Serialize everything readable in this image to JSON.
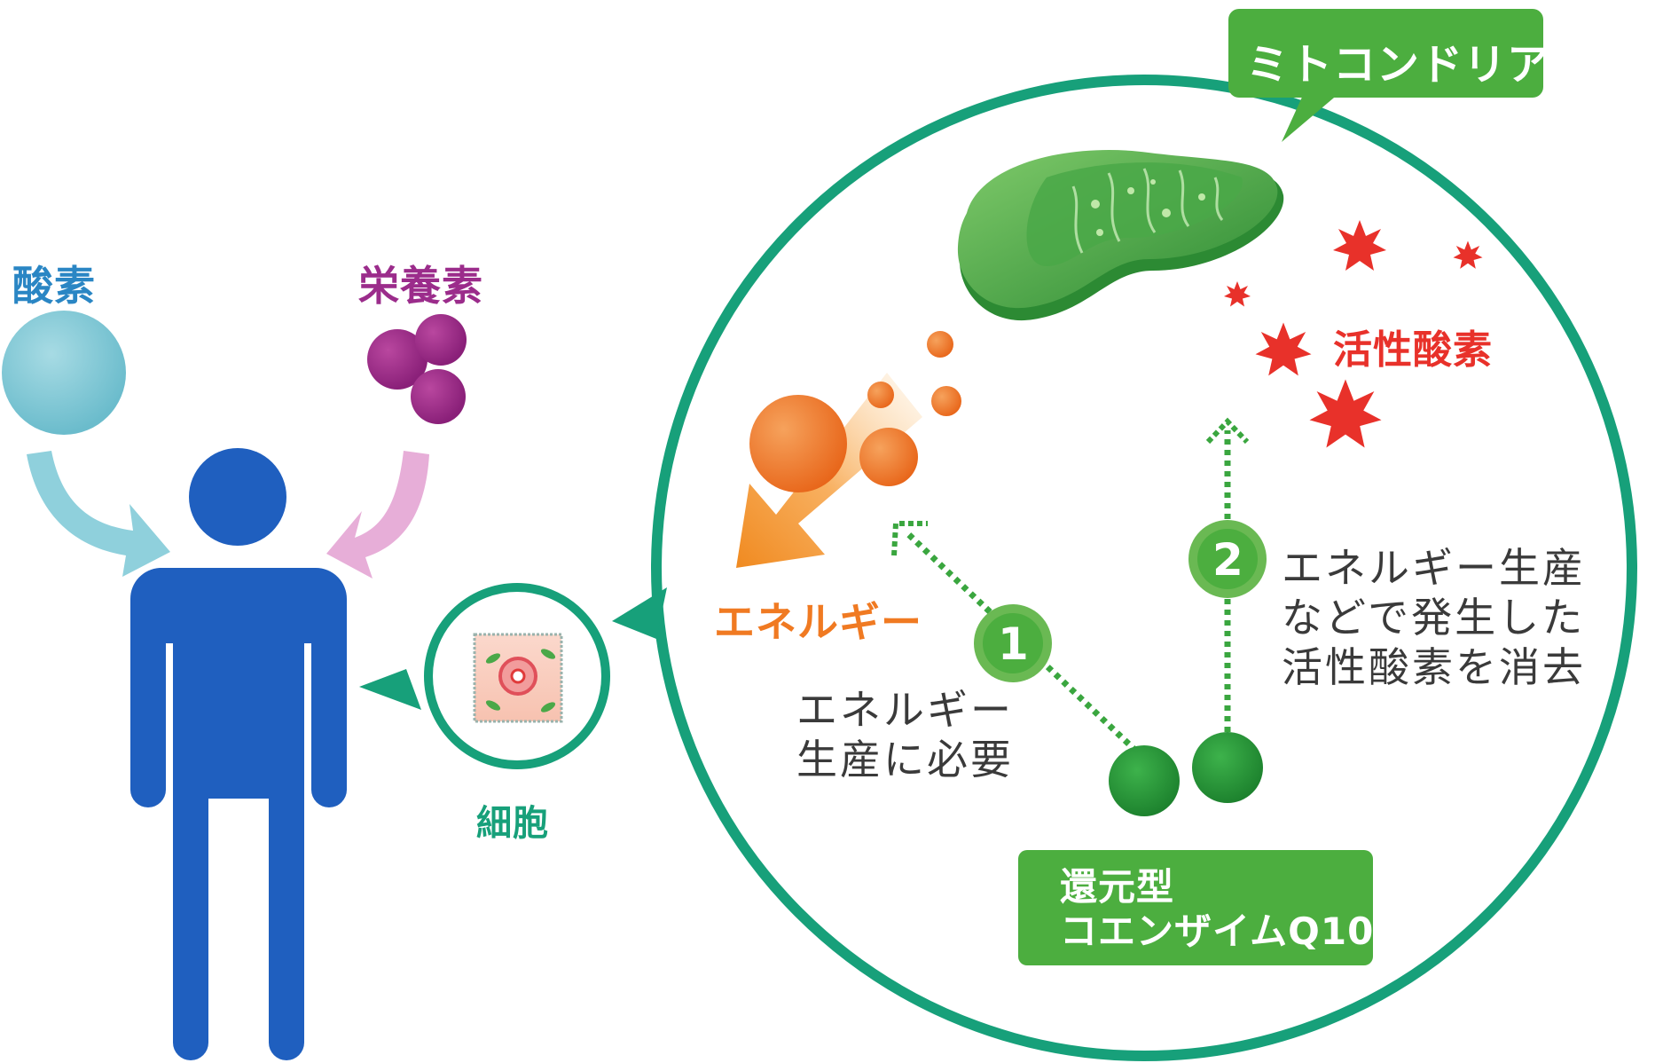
{
  "labels": {
    "oxygen": "酸素",
    "nutrients": "栄養素",
    "cell": "細胞",
    "mitochondria": "ミトコンドリア",
    "energy": "エネルギー",
    "active_oxygen": "活性酸素",
    "step1_number": "1",
    "step2_number": "2",
    "step1_text_line1": "エネルギー",
    "step1_text_line2": "生産に必要",
    "step2_text_line1": "エネルギー生産",
    "step2_text_line2": "などで発生した",
    "step2_text_line3": "活性酸素を消去",
    "coq10_line1": "還元型",
    "coq10_line2": "コエンザイムQ10"
  },
  "colors": {
    "oxygen": "#7cc4d2",
    "nutrients": "#9b2c8b",
    "human": "#1f5fbf",
    "circle_border": "#17a07a",
    "mito_green": "#3aa63f",
    "energy_orange": "#f07a22",
    "active_oxygen_red": "#e8312a",
    "label_green": "#4cae3f"
  }
}
